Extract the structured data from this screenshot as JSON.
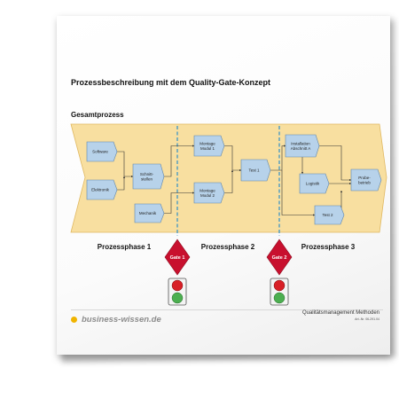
{
  "document": {
    "title": "Prozessbeschreibung mit dem Quality-Gate-Konzept",
    "subtitle": "Gesamtprozess"
  },
  "diagram": {
    "colors": {
      "band_fill": "#f8dfa0",
      "band_stroke": "#e0b860",
      "box_fill": "#b7d2ea",
      "box_stroke": "#5e85ac",
      "divider": "#2f8fc9",
      "gate_fill": "#c8102e",
      "light_red": "#d81f26",
      "light_green": "#4caf50"
    },
    "nodes": [
      {
        "id": "software",
        "label_lines": [
          "Software"
        ]
      },
      {
        "id": "elektronik",
        "label_lines": [
          "Elektronik"
        ]
      },
      {
        "id": "schnittstellen",
        "label_lines": [
          "Schnitt-",
          "stellen"
        ]
      },
      {
        "id": "mechanik",
        "label_lines": [
          "Mechanik"
        ]
      },
      {
        "id": "montage1",
        "label_lines": [
          "Montage",
          "Modul 1"
        ]
      },
      {
        "id": "montage2",
        "label_lines": [
          "Montage",
          "Modul 2"
        ]
      },
      {
        "id": "test1",
        "label_lines": [
          "Test 1"
        ]
      },
      {
        "id": "installation",
        "label_lines": [
          "Installation",
          "Abschnitt A"
        ]
      },
      {
        "id": "logistik",
        "label_lines": [
          "Logistik"
        ]
      },
      {
        "id": "probebetrieb",
        "label_lines": [
          "Probe-",
          "betrieb"
        ]
      },
      {
        "id": "test2",
        "label_lines": [
          "Test 2"
        ]
      }
    ],
    "phases": [
      "Prozessphase 1",
      "Prozessphase 2",
      "Prozessphase 3"
    ],
    "gates": [
      {
        "label": "Gate 1",
        "icon": "traffic-light-icon"
      },
      {
        "label": "Gate 2",
        "icon": "traffic-light-icon"
      }
    ]
  },
  "footer": {
    "brand": "business-wissen.de",
    "brand_icon": "dot-icon",
    "title": "Qualitätsmanagement Methoden",
    "article": "Art.-Nr. 06-291.04"
  }
}
